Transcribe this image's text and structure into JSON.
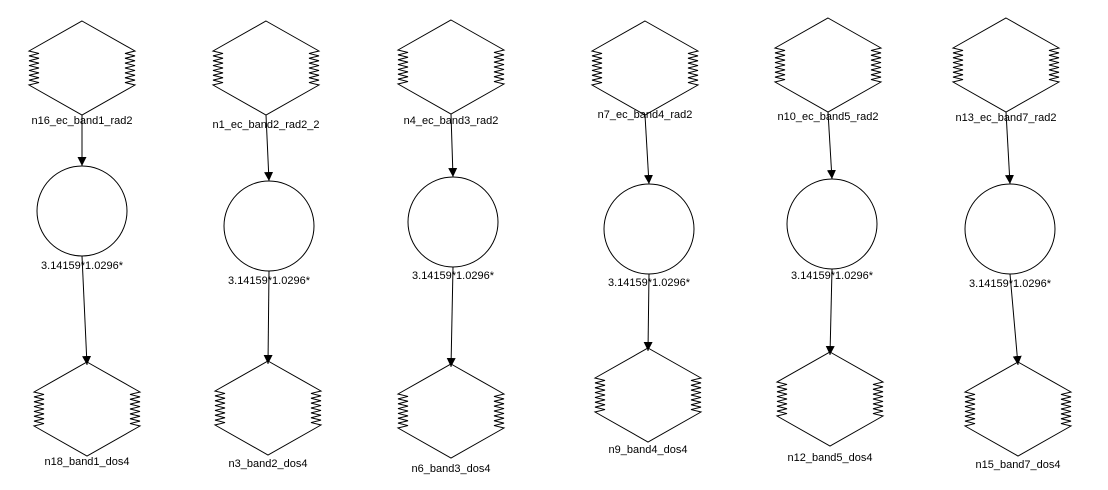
{
  "diagram": {
    "line_color": "#000000",
    "background": "#ffffff",
    "chains": [
      {
        "input": {
          "label": "n16_ec_band1_rad2",
          "icon": "raster-input-icon"
        },
        "operator": {
          "label": "3.14159*1.0296*",
          "icon": "function-circle-icon"
        },
        "output": {
          "label": "n18_band1_dos4",
          "icon": "raster-output-icon"
        }
      },
      {
        "input": {
          "label": "n1_ec_band2_rad2_2",
          "icon": "raster-input-icon"
        },
        "operator": {
          "label": "3.14159*1.0296*",
          "icon": "function-circle-icon"
        },
        "output": {
          "label": "n3_band2_dos4",
          "icon": "raster-output-icon"
        }
      },
      {
        "input": {
          "label": "n4_ec_band3_rad2",
          "icon": "raster-input-icon"
        },
        "operator": {
          "label": "3.14159*1.0296*",
          "icon": "function-circle-icon"
        },
        "output": {
          "label": "n6_band3_dos4",
          "icon": "raster-output-icon"
        }
      },
      {
        "input": {
          "label": "n7_ec_band4_rad2",
          "icon": "raster-input-icon"
        },
        "operator": {
          "label": "3.14159*1.0296*",
          "icon": "function-circle-icon"
        },
        "output": {
          "label": "n9_band4_dos4",
          "icon": "raster-output-icon"
        }
      },
      {
        "input": {
          "label": "n10_ec_band5_rad2",
          "icon": "raster-input-icon"
        },
        "operator": {
          "label": "3.14159*1.0296*",
          "icon": "function-circle-icon"
        },
        "output": {
          "label": "n12_band5_dos4",
          "icon": "raster-output-icon"
        }
      },
      {
        "input": {
          "label": "n13_ec_band7_rad2",
          "icon": "raster-input-icon"
        },
        "operator": {
          "label": "3.14159*1.0296*",
          "icon": "function-circle-icon"
        },
        "output": {
          "label": "n15_band7_dos4",
          "icon": "raster-output-icon"
        }
      }
    ]
  }
}
